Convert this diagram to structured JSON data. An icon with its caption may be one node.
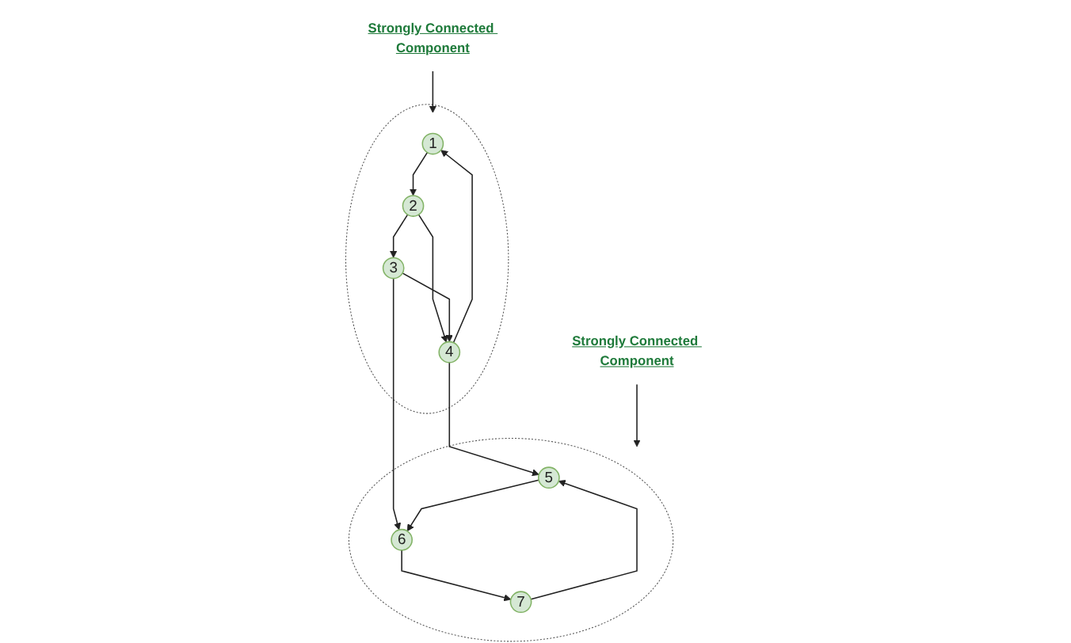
{
  "diagram": {
    "nodes": [
      {
        "text": [
          "Strongly Connected Component"
        ]
      },
      {
        "text": [],
        "shape": "circle"
      },
      {
        "text": [
          "1"
        ],
        "in": 1
      },
      {
        "text": [
          "4"
        ],
        "in": 1
      },
      {
        "text": [
          "2"
        ],
        "in": 1
      },
      {
        "text": [
          "3"
        ],
        "in": 1
      },
      {
        "text": [
          "Strongly Connected Component"
        ]
      },
      {
        "text": [],
        "shape": "circle"
      },
      {
        "text": [
          "5"
        ],
        "in": 7
      },
      {
        "text": [
          "6"
        ],
        "in": 7
      },
      {
        "text": [
          "7"
        ],
        "in": 7
      }
    ],
    "edges": [
      {
        "from": 0,
        "to": 1,
        "arrow": "to"
      },
      {
        "from": 6,
        "to": 7,
        "arrow": "to"
      },
      {
        "from": 3,
        "to": 2,
        "arrow": "to"
      },
      {
        "from": 2,
        "to": 4,
        "arrow": "to"
      },
      {
        "from": 4,
        "to": 3,
        "arrow": "to"
      },
      {
        "from": 4,
        "to": 5,
        "arrow": "to"
      },
      {
        "from": 5,
        "to": 3,
        "arrow": "to"
      },
      {
        "from": 3,
        "to": 8,
        "arrow": "to"
      },
      {
        "from": 5,
        "to": 9,
        "arrow": "to"
      },
      {
        "from": 8,
        "to": 9,
        "arrow": "to"
      },
      {
        "from": 9,
        "to": 10,
        "arrow": "to"
      },
      {
        "from": 10,
        "to": 8,
        "arrow": "to"
      }
    ]
  }
}
